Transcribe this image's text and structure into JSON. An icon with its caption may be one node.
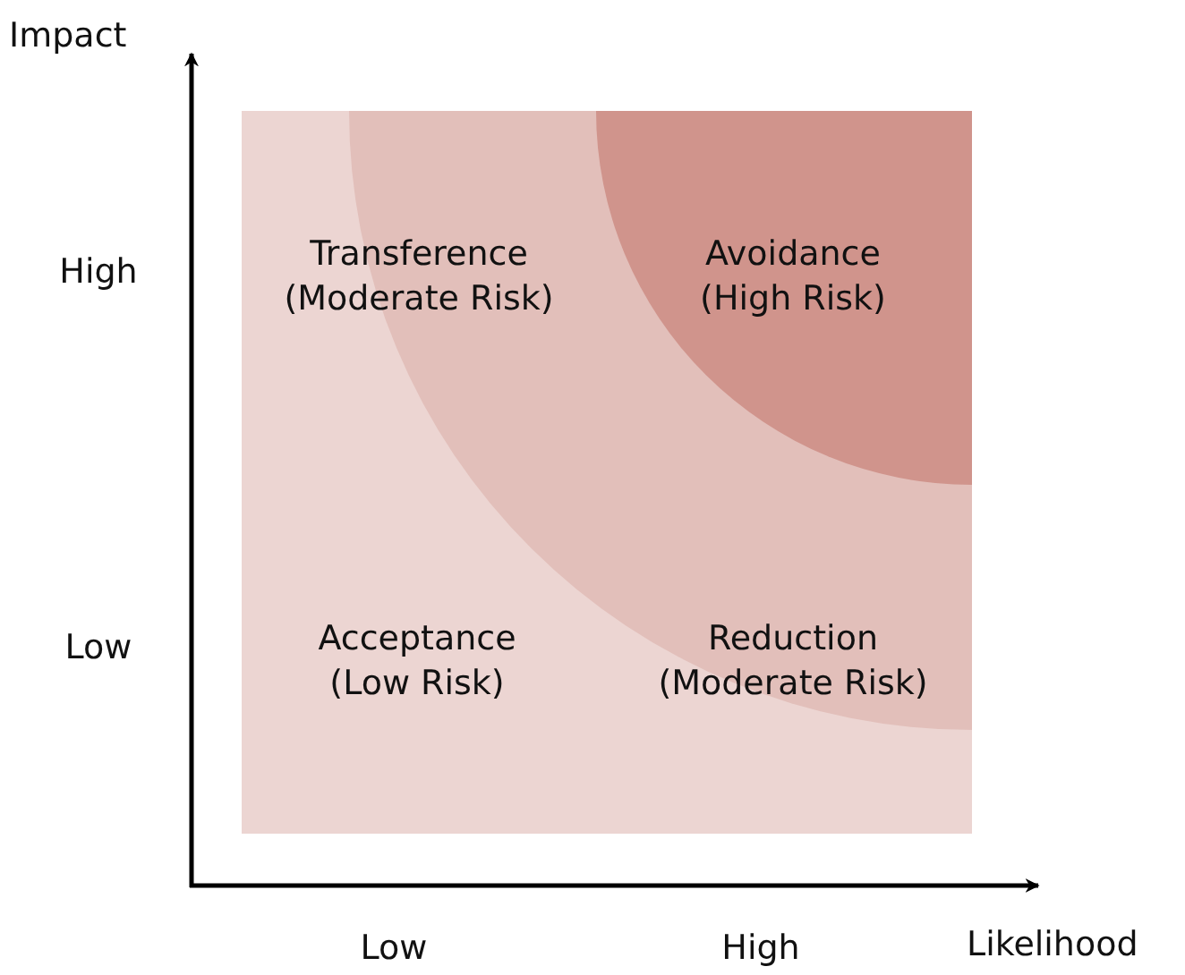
{
  "diagram": {
    "labels": [
      "Impact",
      "High",
      "Transference (Moderate Risk)",
      "Avoidance (High Risk)",
      "Low",
      "Acceptance (Low Risk)",
      "Reduction (Moderate Risk)",
      "Low",
      "High",
      "Likelihood"
    ]
  }
}
